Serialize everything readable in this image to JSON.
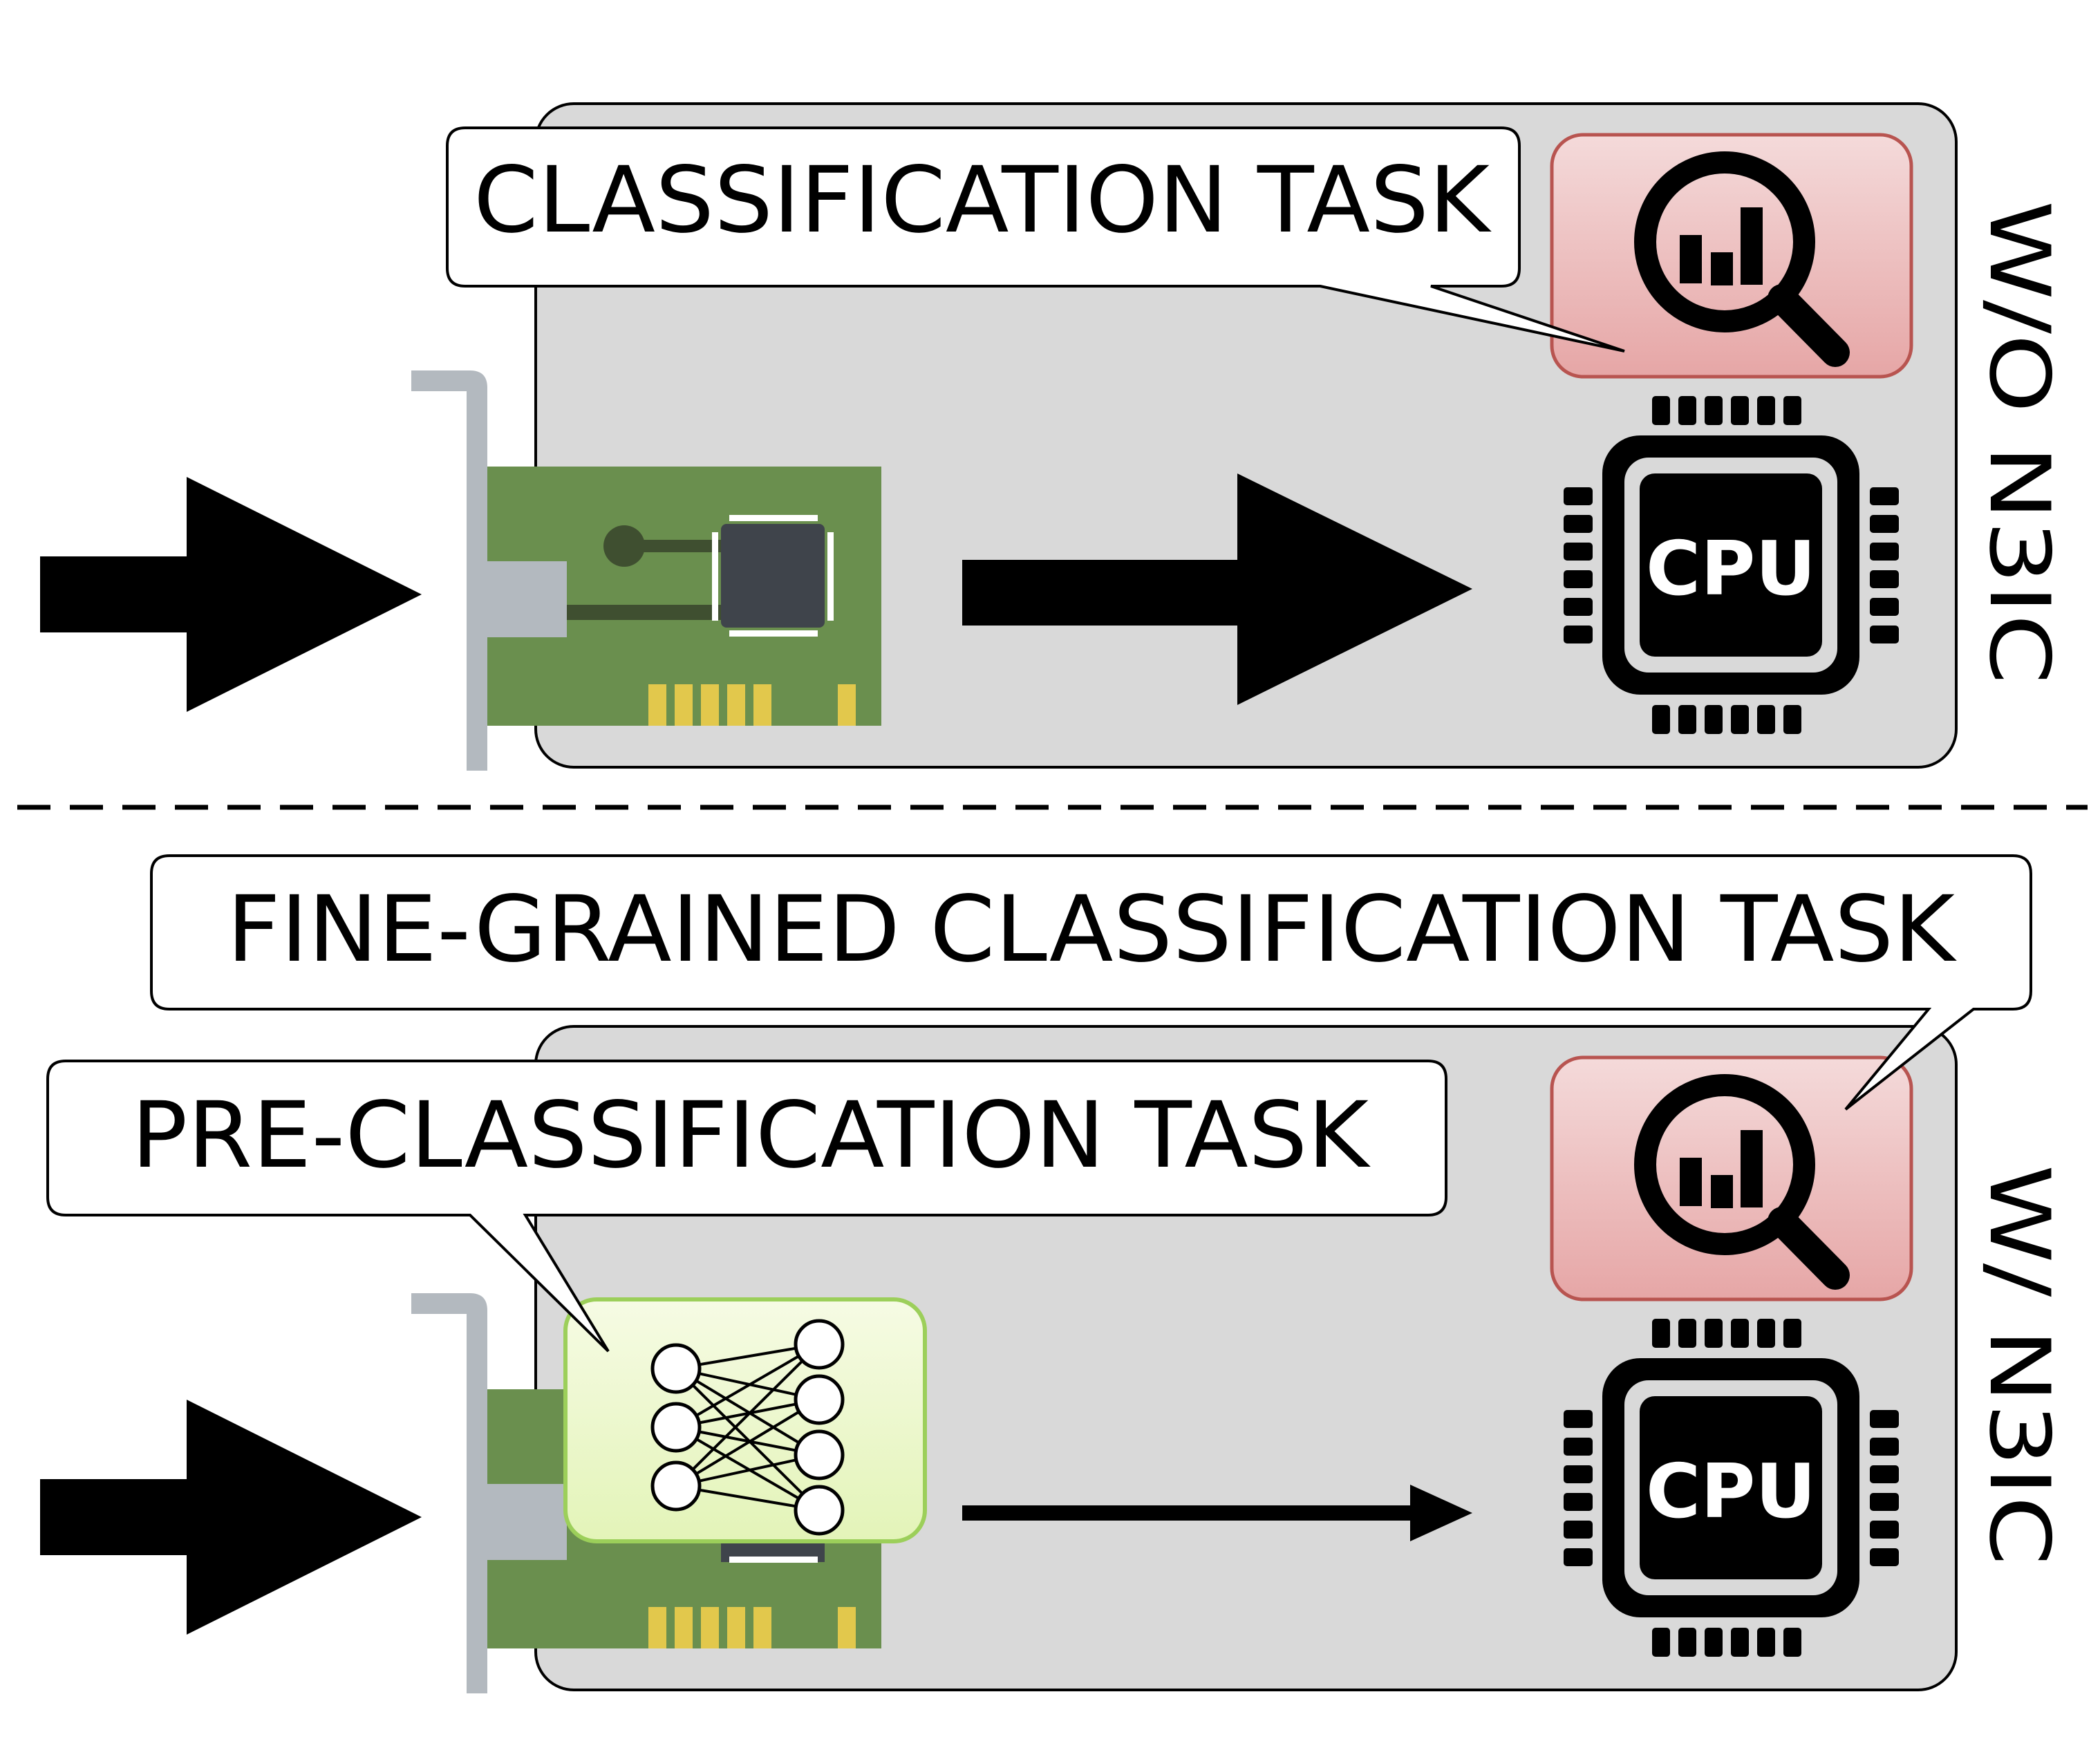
{
  "top_panel": {
    "side_label": "W/O N3IC",
    "callout": "CLASSIFICATION TASK",
    "cpu_label": "CPU",
    "icons": [
      "nic-card-icon",
      "microchip-icon",
      "analytics-magnifier-icon",
      "cpu-icon"
    ]
  },
  "bottom_panel": {
    "side_label": "W/ N3IC",
    "callout_host": "FINE-GRAINED CLASSIFICATION TASK",
    "callout_nic": "PRE-CLASSIFICATION TASK",
    "cpu_label": "CPU",
    "icons": [
      "nic-card-icon",
      "neural-network-icon",
      "analytics-magnifier-icon",
      "cpu-icon"
    ]
  },
  "colors": {
    "panel_fill": "#d9d9d9",
    "analytics_fill": "#e6a3a3",
    "analytics_border": "#b85450",
    "nic_board": "#6a8f4e",
    "nic_bracket": "#b3b9bf",
    "chip": "#3f444b",
    "gold_contacts": "#e2c84c",
    "nn_fill": "#e6f5c0",
    "nn_border": "#9ccf5a"
  }
}
